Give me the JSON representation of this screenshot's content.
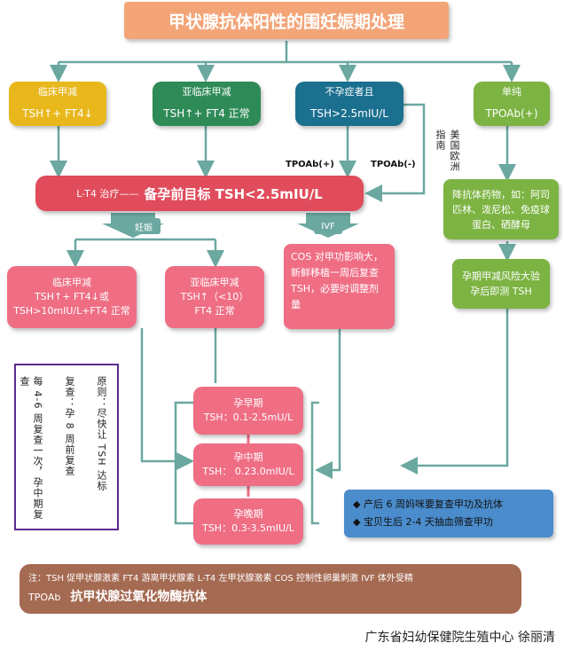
{
  "title": "甲状腺抗体阳性的围妊娠期处理",
  "top_boxes": [
    {
      "header": "临床甲减",
      "body": "TSH↑+ FT4↓",
      "color": "#e8b71c"
    },
    {
      "header": "亚临床甲减",
      "body": "TSH↑+ FT4 正常",
      "color": "#2e8b57"
    },
    {
      "header": "不孕症者且",
      "body": "TSH>2.5mIU/L",
      "color": "#1b6f8f"
    },
    {
      "header": "单纯",
      "body": "TPOAb(+)",
      "color": "#7cb342"
    }
  ],
  "us_guideline": "美国欧洲指南",
  "tpoab_pos": "TPOAb(+)",
  "tpoab_neg": "TPOAb(-)",
  "lt4_prefix": "L-T4 治疗——",
  "lt4_target": "备孕前目标 TSH<2.5mIU/L",
  "pregnancy_label": "妊娠",
  "ivf_label": "IVF",
  "ivf_note": "COS 对甲功影响大，新鲜移植一周后复查TSH，必要时调整剂量",
  "preg_boxes": [
    {
      "header": "临床甲减",
      "line1": "TSH↑+ FT4↓或",
      "line2": "TSH>10mIU/L+FT4 正常"
    },
    {
      "header": "亚临床甲减",
      "line1": "TSH↑（<10）",
      "line2": "FT4 正常"
    }
  ],
  "drugs_box": "降抗体药物，如：阿司匹林、泼尼松、免疫球蛋白、硒酵母",
  "risk_box": "孕期甲减风险大验孕后即测 TSH",
  "trimesters": [
    {
      "name": "孕早期",
      "value": "TSH：0.1-2.5mU/L"
    },
    {
      "name": "孕中期",
      "value": "TSH： 0.23.0mIU/L"
    },
    {
      "name": "孕晚期",
      "value": "TSH：0.3-3.5mIU/L"
    }
  ],
  "principles": [
    "原则：尽快让 TSH 达标",
    "复查：孕 8 周前复查",
    "每 4-6 周复查一次，孕中期复查"
  ],
  "postpartum": [
    "产后 6 周妈咪要复查甲功及抗体",
    "宝贝生后 2-4 天抽血筛查甲功"
  ],
  "note_line1": "注：TSH 促甲状腺激素 FT4 游离甲状腺素 L-T4 左甲状腺激素 COS 控制性卵巢刺激 IVF 体外受精",
  "note_line2_prefix": "TPOAb",
  "note_line2_text": "抗甲状腺过氧化物酶抗体",
  "footer": "广东省妇幼保健院生殖中心 徐丽清",
  "colors": {
    "title_bg": "#f3a578",
    "red": "#e04c5b",
    "pink": "#ef6e84",
    "green": "#7cb342",
    "arrow": "#6aa8a0",
    "purple": "#5b2c8f",
    "blue_box": "#4a8ccc",
    "note_bg": "#a56a52"
  }
}
